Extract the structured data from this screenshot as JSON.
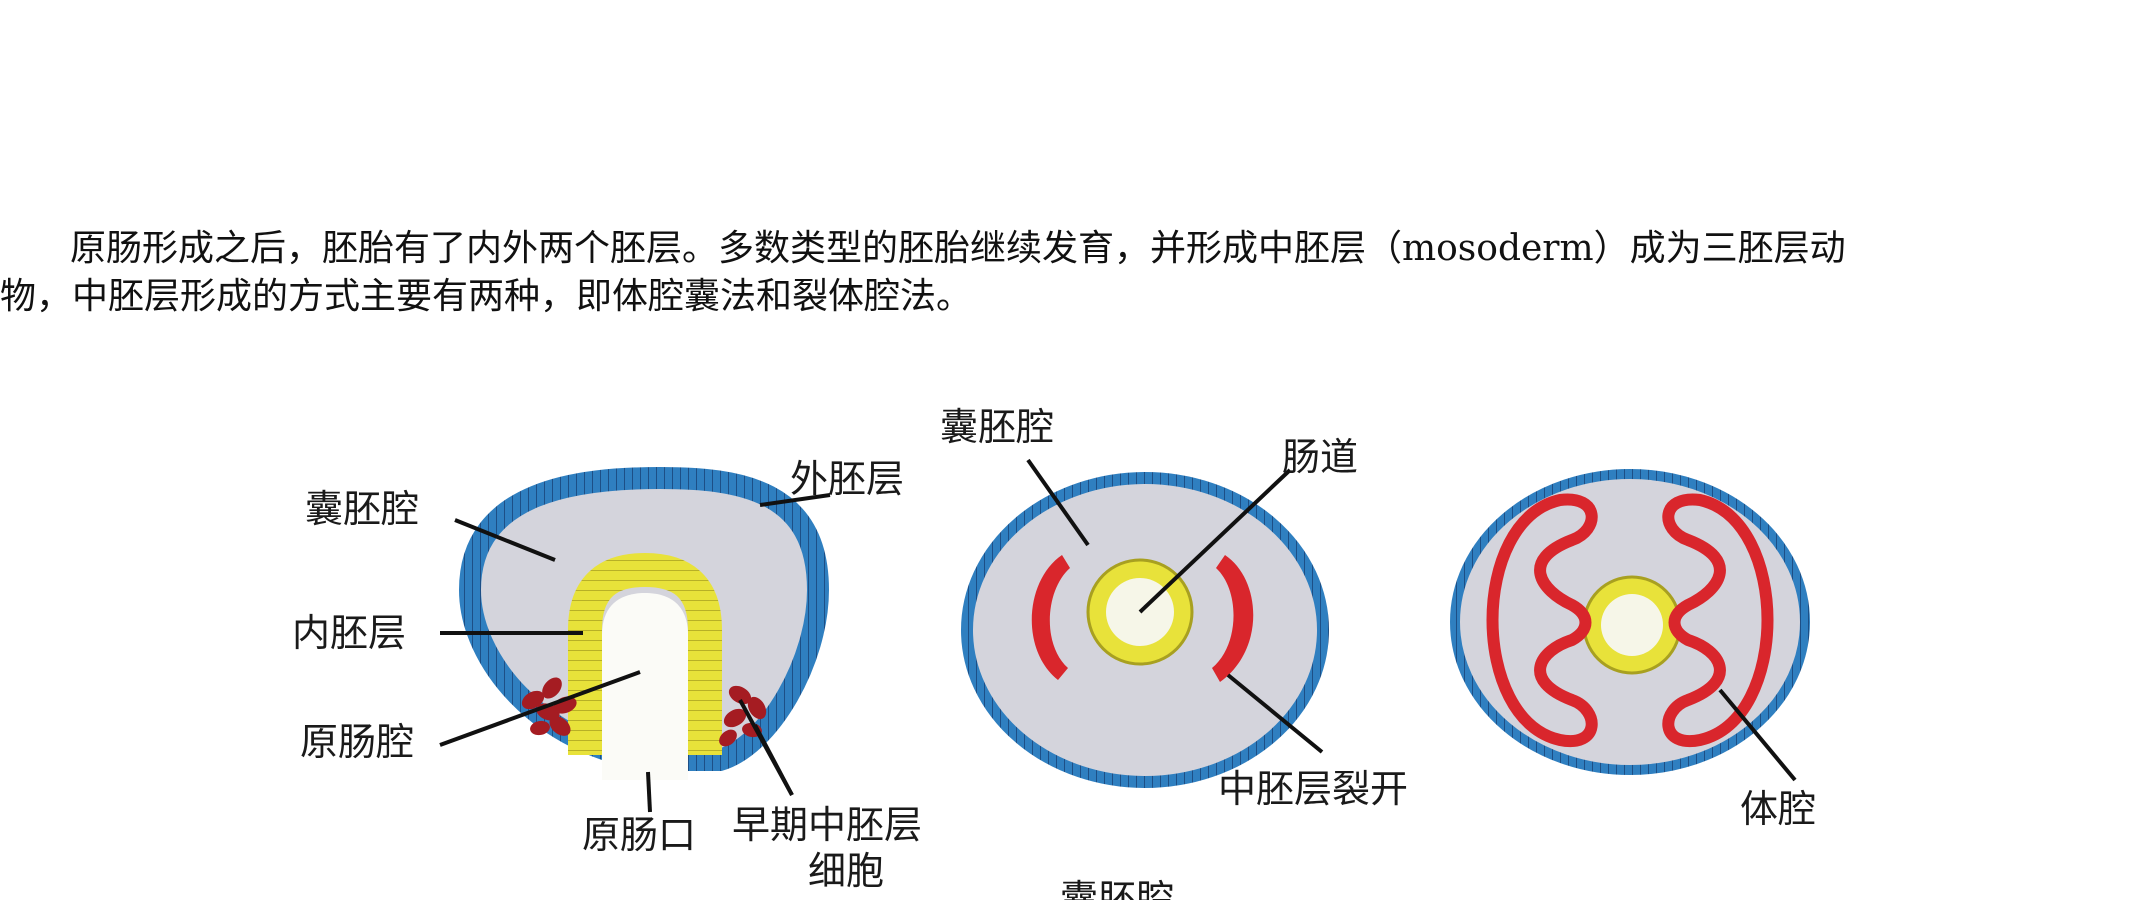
{
  "paragraph": {
    "line1": "原肠形成之后，胚胎有了内外两个胚层。多数类型的胚胎继续发育，并形成中胚层（mosoderm）成为三胚层动",
    "line2": "物，中胚层形成的方式主要有两种，即体腔囊法和裂体腔法。"
  },
  "labels": {
    "gastrula": {
      "blastocoel": "囊胚腔",
      "ectoderm": "外胚层",
      "endoderm": "内胚层",
      "archenteron": "原肠腔",
      "blastopore": "原肠口",
      "early_mesoderm_line1": "早期中胚层",
      "early_mesoderm_line2": "细胞"
    },
    "stage2": {
      "blastocoel": "囊胚腔",
      "gut": "肠道",
      "mesoderm_split": "中胚层裂开"
    },
    "stage3": {
      "coelom": "体腔"
    },
    "cropped_bottom": "囊胚腔"
  },
  "colors": {
    "ectoderm": "#2f7fc0",
    "ectoderm_outline": "#1d4f86",
    "blastocoel_fill": "#d4d4dc",
    "endoderm": "#e8e23a",
    "mesoderm": "#d9262c",
    "mesoderm_cells": "#a51c22",
    "gut_lumen": "#f6f6e8",
    "leader_line": "#111111"
  }
}
